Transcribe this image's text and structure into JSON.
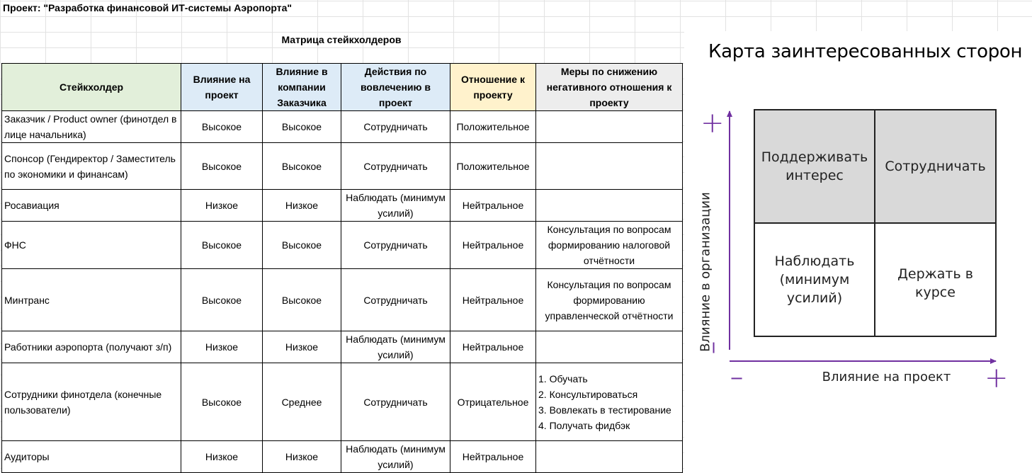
{
  "project_title": "Проект: \"Разработка финансовой ИТ-системы Аэропорта\"",
  "matrix_title": "Матрица стейкхолдеров",
  "columns": [
    "Стейкхолдер",
    "Влияние на проект",
    "Влияние в компании Заказчика",
    "Действия по вовлечению в проект",
    "Отношение к проекту",
    "Меры по снижению негативного отношения к проекту"
  ],
  "rows": [
    {
      "name": "Заказчик / Product owner (финотдел в лице начальника)",
      "influence_project": "Высокое",
      "influence_company": "Высокое",
      "action": "Сотрудничать",
      "attitude": "Положительное",
      "measures": ""
    },
    {
      "name": "Спонсор (Гендиректор / Заместитель по экономики и финансам)",
      "influence_project": "Высокое",
      "influence_company": "Высокое",
      "action": "Сотрудничать",
      "attitude": "Положительное",
      "measures": ""
    },
    {
      "name": "Росавиация",
      "influence_project": "Низкое",
      "influence_company": "Низкое",
      "action": "Наблюдать (минимум усилий)",
      "attitude": "Нейтральное",
      "measures": ""
    },
    {
      "name": "ФНС",
      "influence_project": "Высокое",
      "influence_company": "Высокое",
      "action": "Сотрудничать",
      "attitude": "Нейтральное",
      "measures": "Консультация по вопросам формированию налоговой отчётности"
    },
    {
      "name": "Минтранс",
      "influence_project": "Высокое",
      "influence_company": "Высокое",
      "action": "Сотрудничать",
      "attitude": "Нейтральное",
      "measures": "Консультация по вопросам формированию управленческой отчётности"
    },
    {
      "name": "Работники аэропорта (получают з/п)",
      "influence_project": "Низкое",
      "influence_company": "Низкое",
      "action": "Наблюдать (минимум усилий)",
      "attitude": "Нейтральное",
      "measures": ""
    },
    {
      "name": "Сотрудники финотдела (конечные пользователи)",
      "influence_project": "Высокое",
      "influence_company": "Среднее",
      "action": "Сотрудничать",
      "attitude": "Отрицательное",
      "measures": [
        "1. Обучать",
        "2. Консультироваться",
        "3. Вовлекать в тестирование",
        "4. Получать фидбэк"
      ]
    },
    {
      "name": "Аудиторы",
      "influence_project": "Низкое",
      "influence_company": "Низкое",
      "action": "Наблюдать (минимум усилий)",
      "attitude": "Нейтральное",
      "measures": ""
    }
  ],
  "map": {
    "title": "Карта заинтересованных сторон",
    "quadrants": {
      "top_left": "Поддерживать интерес",
      "top_right": "Сотрудничать",
      "bottom_left": "Наблюдать (минимум усилий)",
      "bottom_right": "Держать в курсе"
    },
    "x_label": "Влияние на проект",
    "y_label": "Влияние в организации",
    "plus": "+",
    "minus": "−",
    "axis_color": "#7030a0"
  }
}
